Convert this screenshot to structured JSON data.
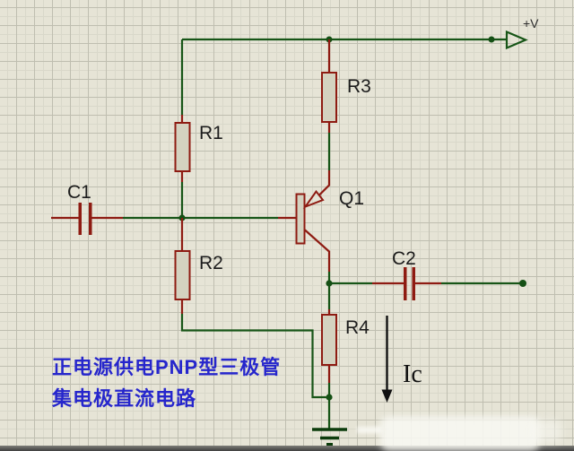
{
  "schematic": {
    "components": {
      "r1": "R1",
      "r2": "R2",
      "r3": "R3",
      "r4": "R4",
      "c1": "C1",
      "c2": "C2",
      "q1": "Q1"
    },
    "power_terminal": {
      "label": "+V"
    },
    "annotations": {
      "current_label": "Ic",
      "caption_line1": "正电源供电PNP型三极管",
      "caption_line2": "集电极直流电路"
    },
    "colors": {
      "background": "#e6e4d6",
      "grid_major": "#bfbeb0",
      "wire_green": "#175517",
      "component_red": "#8e1b12",
      "component_fill": "#d4d2c0",
      "ground_green": "#0c3c0c",
      "caption_blue": "#2626cc",
      "annotation_black": "#111111"
    }
  }
}
